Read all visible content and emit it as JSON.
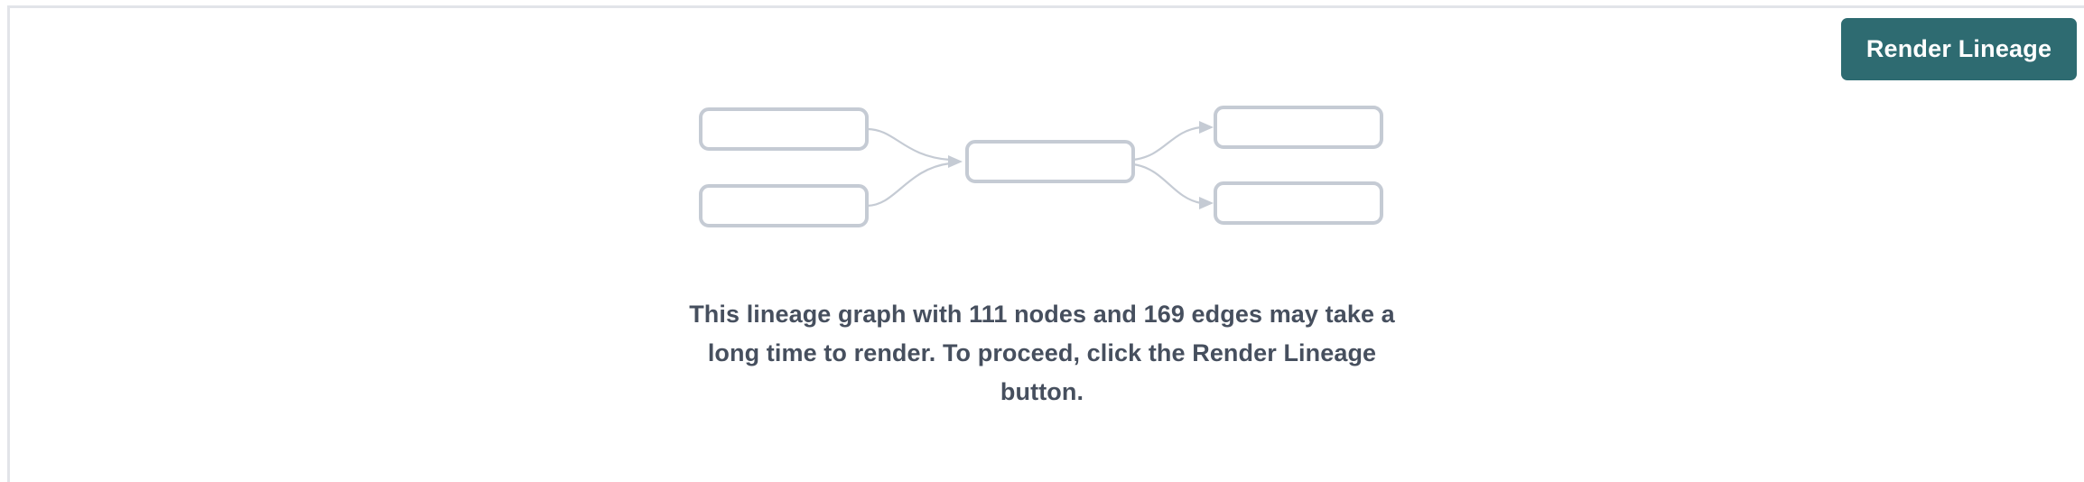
{
  "page": {
    "background_color": "#ffffff",
    "border_color": "#e2e4e9"
  },
  "toolbar": {
    "render_button_label": "Render Lineage",
    "render_button_color": "#2e6b71",
    "render_button_text_color": "#ffffff"
  },
  "placeholder": {
    "message": "This lineage graph with 111 nodes and 169 edges may take a long time to render. To proceed, click the Render Lineage button.",
    "message_color": "#464f5e",
    "node_count": 111,
    "edge_count": 169
  },
  "graph_illustration": {
    "node_stroke_color": "#c5cbd4",
    "edge_stroke_color": "#c5cbd4",
    "nodes": [
      {
        "id": "left-top",
        "label": ""
      },
      {
        "id": "left-bottom",
        "label": ""
      },
      {
        "id": "center",
        "label": ""
      },
      {
        "id": "right-top",
        "label": ""
      },
      {
        "id": "right-bottom",
        "label": ""
      }
    ],
    "edges": [
      {
        "from": "left-top",
        "to": "center"
      },
      {
        "from": "left-bottom",
        "to": "center"
      },
      {
        "from": "center",
        "to": "right-top"
      },
      {
        "from": "center",
        "to": "right-bottom"
      }
    ]
  }
}
